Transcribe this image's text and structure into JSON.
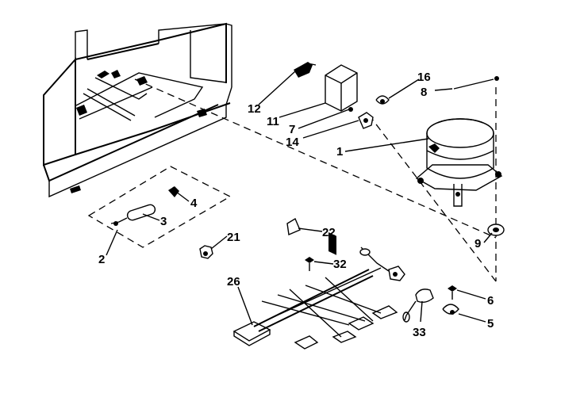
{
  "callouts": {
    "c1": "1",
    "c2": "2",
    "c3": "3",
    "c4": "4",
    "c5": "5",
    "c6": "6",
    "c7": "7",
    "c8": "8",
    "c9": "9",
    "c11": "11",
    "c12": "12",
    "c14": "14",
    "c16": "16",
    "c21": "21",
    "c22": "22",
    "c26": "26",
    "c32": "32",
    "c33": "33"
  }
}
